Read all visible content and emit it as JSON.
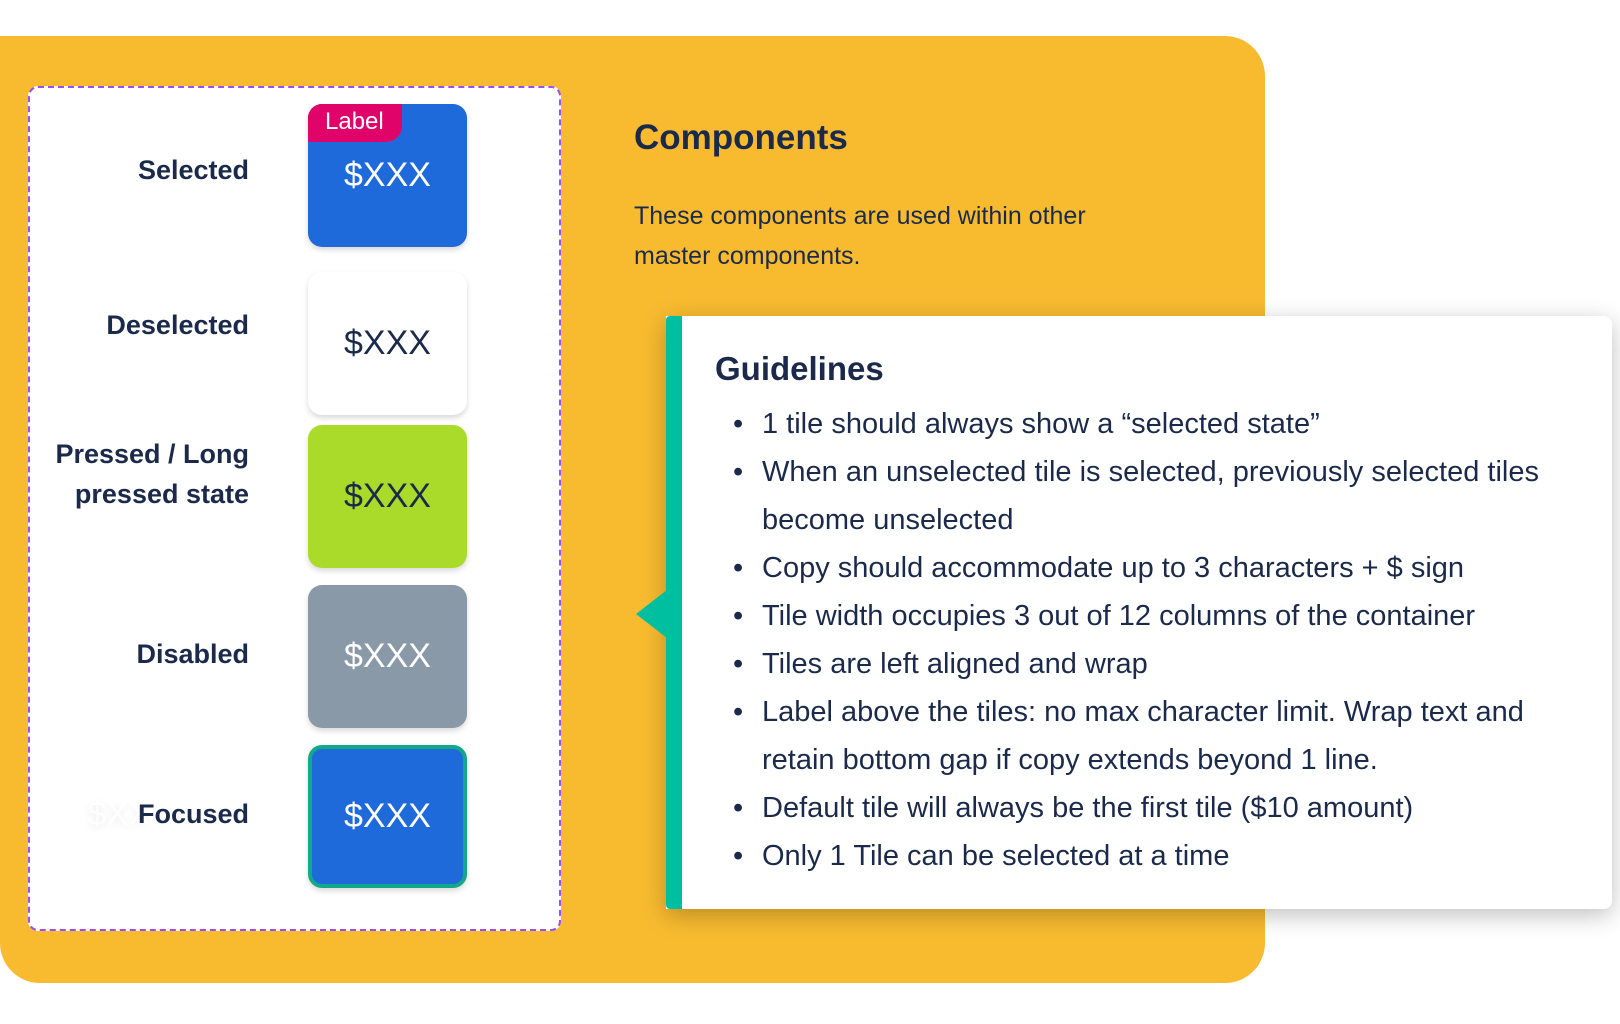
{
  "colors": {
    "panel": "#f8bb30",
    "selected": "#1f6adb",
    "label_badge": "#e0036a",
    "pressed": "#abdb2a",
    "disabled": "#8a99a8",
    "focus_ring": "#12a88a",
    "accent_strip": "#00bfa0",
    "dashed_border": "#9b4dff",
    "text": "#1b2a4a"
  },
  "states": [
    {
      "label": "Selected",
      "amount": "$XXX",
      "badge": "Label"
    },
    {
      "label": "Deselected",
      "amount": "$XXX"
    },
    {
      "label": "Pressed / Long pressed state",
      "amount": "$XXX"
    },
    {
      "label": "Disabled",
      "amount": "$XXX"
    },
    {
      "label": "Focused",
      "amount": "$XXX",
      "ghost": "$XX"
    }
  ],
  "components": {
    "title": "Components",
    "description": "These components are used within other master components."
  },
  "guidelines": {
    "title": "Guidelines",
    "items": [
      "1 tile should always show a “selected state”",
      "When an unselected tile is selected, previously selected tiles become unselected",
      "Copy should accommodate up to 3 characters + $ sign",
      "Tile width occupies 3 out of 12 columns of the container",
      "Tiles are left aligned and wrap",
      "Label above the tiles: no max character limit. Wrap text and retain bottom gap if copy extends beyond 1 line.",
      "Default tile will always be the first tile ($10 amount)",
      "Only 1 Tile can be selected at a time"
    ]
  }
}
